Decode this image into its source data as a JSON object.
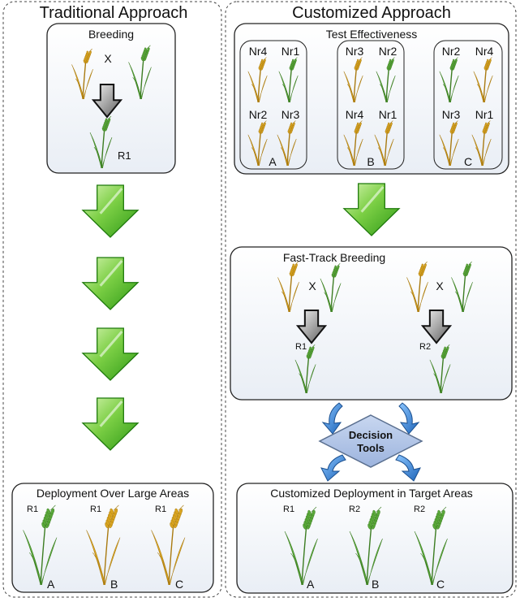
{
  "left": {
    "title": "Traditional Approach",
    "breeding": {
      "title": "Breeding",
      "cross": "X",
      "result": "R1"
    },
    "deployment": {
      "title": "Deployment Over Large Areas",
      "plants": [
        {
          "tag": "R1",
          "area": "A",
          "color": "green"
        },
        {
          "tag": "R1",
          "area": "B",
          "color": "yellow"
        },
        {
          "tag": "R1",
          "area": "C",
          "color": "yellow"
        }
      ]
    }
  },
  "right": {
    "title": "Customized Approach",
    "test": {
      "title": "Test Effectiveness",
      "groups": [
        {
          "area": "A",
          "cells": [
            {
              "label": "Nr4",
              "color": "yellow"
            },
            {
              "label": "Nr1",
              "color": "green"
            },
            {
              "label": "Nr2",
              "color": "yellow"
            },
            {
              "label": "Nr3",
              "color": "yellow"
            }
          ]
        },
        {
          "area": "B",
          "cells": [
            {
              "label": "Nr3",
              "color": "yellow"
            },
            {
              "label": "Nr2",
              "color": "green"
            },
            {
              "label": "Nr4",
              "color": "yellow"
            },
            {
              "label": "Nr1",
              "color": "yellow"
            }
          ]
        },
        {
          "area": "C",
          "cells": [
            {
              "label": "Nr2",
              "color": "green"
            },
            {
              "label": "Nr4",
              "color": "yellow"
            },
            {
              "label": "Nr3",
              "color": "yellow"
            },
            {
              "label": "Nr1",
              "color": "yellow"
            }
          ]
        }
      ]
    },
    "fast_track": {
      "title": "Fast-Track Breeding",
      "cross": "X",
      "results": [
        "R1",
        "R2"
      ]
    },
    "decision": {
      "line1": "Decision",
      "line2": "Tools"
    },
    "deployment": {
      "title": "Customized Deployment in Target Areas",
      "plants": [
        {
          "tag": "R1",
          "area": "A",
          "color": "green"
        },
        {
          "tag": "R2",
          "area": "B",
          "color": "green"
        },
        {
          "tag": "R2",
          "area": "C",
          "color": "green"
        }
      ]
    }
  },
  "colors": {
    "plant_green": "#5aa83a",
    "plant_yellow": "#d9a521",
    "arrow_green": "#3fae1f",
    "arrow_gray": "#8a8a8a",
    "diamond_fill": "#a9c0e4",
    "diamond_stroke": "#5a6f8f",
    "curved_arrow": "#2f7fd1"
  }
}
